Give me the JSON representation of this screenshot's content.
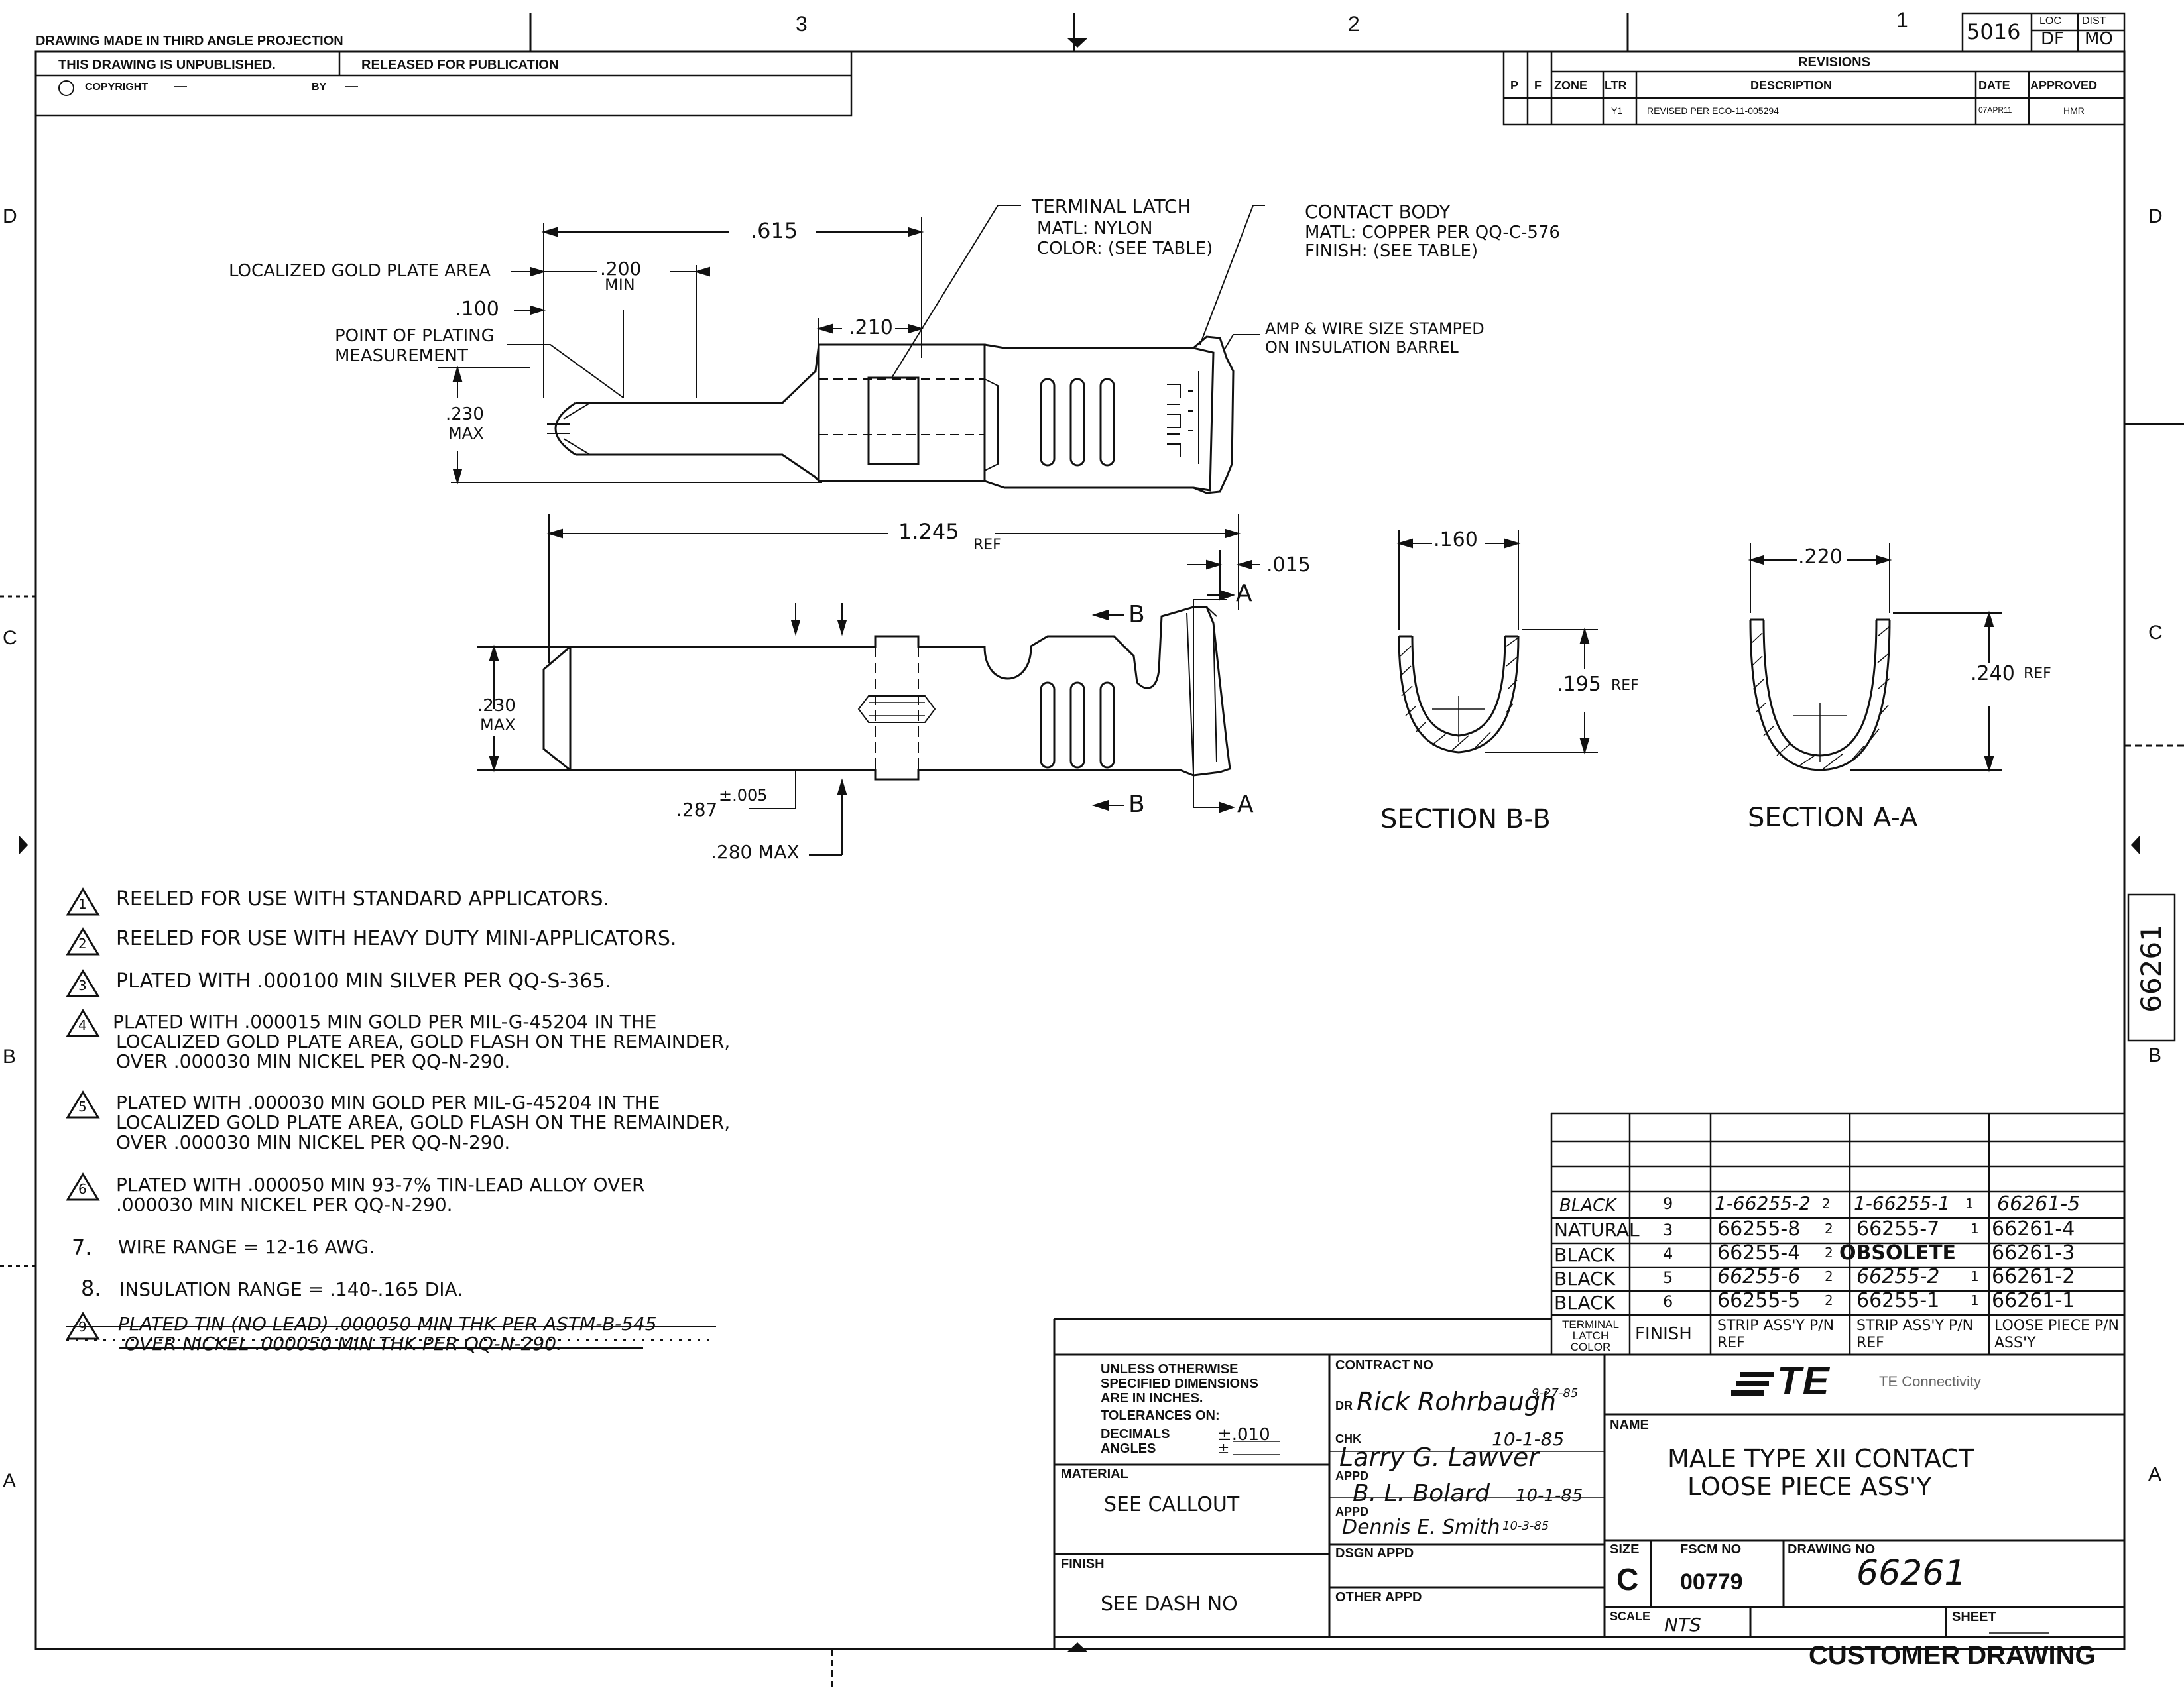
{
  "header": {
    "projection": "DRAWING MADE IN THIRD ANGLE PROJECTION",
    "unpublished": "THIS DRAWING IS UNPUBLISHED.",
    "released": "RELEASED FOR PUBLICATION",
    "copyright_label": "COPYRIGHT",
    "copyright_dash": "—",
    "by_label": "BY",
    "by_dash": "—",
    "zone_numbers": [
      "3",
      "2",
      "1"
    ],
    "loc_label": "LOC",
    "loc_value": "DF",
    "dist_label": "DIST",
    "dist_value": "MO",
    "doc_no": "5016"
  },
  "revisions": {
    "title": "REVISIONS",
    "headers": [
      "P",
      "F",
      "ZONE",
      "LTR",
      "DESCRIPTION",
      "DATE",
      "APPROVED"
    ],
    "rows": [
      {
        "zone": "",
        "ltr": "Y1",
        "description": "REVISED PER ECO-11-005294",
        "date": "07APR11",
        "approved": "HMR"
      }
    ]
  },
  "border_letters": {
    "left": [
      "D",
      "C",
      "B",
      "A"
    ],
    "right": [
      "D",
      "C",
      "B",
      "A"
    ]
  },
  "side_number": "66261",
  "callouts": {
    "terminal_latch": [
      "TERMINAL LATCH",
      "MATL: NYLON",
      "COLOR: (SEE TABLE)"
    ],
    "contact_body": [
      "CONTACT BODY",
      "MATL: COPPER PER QQ-C-576",
      "FINISH: (SEE TABLE)"
    ],
    "gold_area": "LOCALIZED GOLD PLATE AREA",
    "plating_point": [
      "POINT OF PLATING",
      "MEASUREMENT"
    ],
    "stamp": [
      "AMP & WIRE SIZE STAMPED",
      "ON INSULATION BARREL"
    ],
    "dims": {
      "d615": ".615",
      "d200": ".200",
      "dmin": "MIN",
      "d100": ".100",
      "d210": ".210",
      "d230a": ".230",
      "dmaxa": "MAX",
      "d1245": "1.245",
      "dref": "REF",
      "d015": ".015",
      "d230b": ".230",
      "dmaxb": "MAX",
      "d287": ".287",
      "d005": "±.005",
      "d280": ".280 MAX",
      "d160": ".160",
      "d195": ".195",
      "d195ref": "REF",
      "d220": ".220",
      "d240": ".240",
      "d240ref": "REF"
    },
    "section_marks": {
      "b": "B",
      "a": "A"
    },
    "section_bb": "SECTION B-B",
    "section_aa": "SECTION A-A"
  },
  "notes": [
    {
      "num": "1",
      "text": [
        "REELED FOR USE WITH STANDARD APPLICATORS."
      ]
    },
    {
      "num": "2",
      "text": [
        "REELED FOR USE WITH HEAVY DUTY MINI-APPLICATORS."
      ]
    },
    {
      "num": "3",
      "text": [
        "PLATED WITH .000100 MIN SILVER PER QQ-S-365."
      ]
    },
    {
      "num": "4",
      "text": [
        "PLATED WITH .000015 MIN GOLD PER MIL-G-45204 IN THE",
        "LOCALIZED GOLD PLATE AREA, GOLD FLASH ON THE REMAINDER,",
        "OVER .000030 MIN NICKEL PER QQ-N-290."
      ]
    },
    {
      "num": "5",
      "text": [
        "PLATED WITH .000030 MIN GOLD PER MIL-G-45204 IN THE",
        "LOCALIZED GOLD PLATE AREA, GOLD FLASH ON THE REMAINDER,",
        "OVER .000030 MIN NICKEL PER QQ-N-290."
      ]
    },
    {
      "num": "6",
      "text": [
        "PLATED WITH .000050 MIN 93-7% TIN-LEAD ALLOY OVER",
        ".000030 MIN NICKEL PER QQ-N-290."
      ]
    },
    {
      "num": "7.",
      "text": [
        "WIRE RANGE = 12-16 AWG."
      ]
    },
    {
      "num": "8.",
      "text": [
        "INSULATION RANGE = .140-.165 DIA."
      ]
    },
    {
      "num": "9",
      "text": [
        "PLATED TIN (NO LEAD) .000050 MIN THK PER ASTM-B-545",
        "OVER NICKEL .000050 MIN THK PER QQ-N-290."
      ]
    }
  ],
  "parts_table": {
    "headers": [
      "TERMINAL LATCH COLOR",
      "FINISH",
      "STRIP ASS'Y P/N REF",
      "STRIP ASS'Y P/N REF",
      "LOOSE PIECE P/N ASS'Y"
    ],
    "rows": [
      {
        "color": "BLACK",
        "finish": "9",
        "strip1": "1-66255-2",
        "strip1_note": "2",
        "strip2": "1-66255-1",
        "strip2_note": "1",
        "loose": "66261-5"
      },
      {
        "color": "NATURAL",
        "finish": "3",
        "strip1": "66255-8",
        "strip1_note": "2",
        "strip2": "66255-7",
        "strip2_note": "1",
        "loose": "66261-4"
      },
      {
        "color": "BLACK",
        "finish": "4",
        "strip1": "66255-4",
        "strip1_note": "2",
        "strip2": "OBSOLETE",
        "strip2_note": "",
        "loose": "66261-3"
      },
      {
        "color": "BLACK",
        "finish": "5",
        "strip1": "66255-6",
        "strip1_note": "2",
        "strip2": "66255-2",
        "strip2_note": "1",
        "loose": "66261-2"
      },
      {
        "color": "BLACK",
        "finish": "6",
        "strip1": "66255-5",
        "strip1_note": "2",
        "strip2": "66255-1",
        "strip2_note": "1",
        "loose": "66261-1"
      }
    ]
  },
  "title_block": {
    "tolerance_lines": [
      "UNLESS OTHERWISE",
      "SPECIFIED DIMENSIONS",
      "ARE IN INCHES.",
      "TOLERANCES ON:"
    ],
    "decimals_label": "DECIMALS",
    "angles_label": "ANGLES",
    "decimals_value": "±.010",
    "angles_value": "±",
    "contract_label": "CONTRACT NO",
    "dr_label": "DR",
    "dr_name": "Rick Rohrbaugh",
    "dr_date": "9-27-85",
    "chk_label": "CHK",
    "chk_name": "Larry G. Lawver",
    "chk_date": "10-1-85",
    "appd_label": "APPD",
    "appd1_name": "B. L. Bolard",
    "appd1_date": "10-1-85",
    "appd2_name": "Dennis E. Smith",
    "appd2_date": "10-3-85",
    "material_label": "MATERIAL",
    "material_value": "SEE CALLOUT",
    "dsgn_label": "DSGN APPD",
    "finish_label": "FINISH",
    "finish_value": "SEE DASH NO",
    "other_label": "OTHER APPD",
    "logo": "TE",
    "company": "TE Connectivity",
    "name_label": "NAME",
    "name_lines": [
      "MALE  TYPE  XII  CONTACT",
      "LOOSE  PIECE  ASS'Y"
    ],
    "size_label": "SIZE",
    "size_value": "C",
    "fscm_label": "FSCM NO",
    "fscm_value": "00779",
    "drawing_no_label": "DRAWING NO",
    "drawing_no": "66261",
    "scale_label": "SCALE",
    "scale_value": "NTS",
    "sheet_label": "SHEET",
    "customer_drawing": "CUSTOMER DRAWING"
  }
}
